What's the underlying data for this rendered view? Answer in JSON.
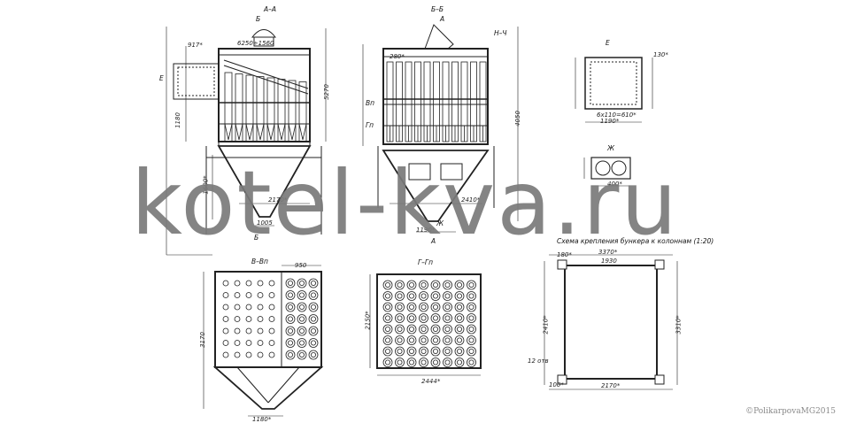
{
  "sections": {
    "aa": "А–А",
    "bb": "Б–Б",
    "vv": "В–Вп",
    "gg": "Г–Гп",
    "e": "Е",
    "zh": "Ж",
    "hh": "Н–Ч",
    "b_mark": "Б",
    "a_mark": "А",
    "zh_mark": "Ж",
    "v_mark": "Вп",
    "g_mark": "Гп",
    "e_mark": "Е"
  },
  "dims": {
    "d1": "6250÷1560",
    "d2": "917*",
    "d3": "1180",
    "d4": "1600*",
    "d5": "2170*",
    "d6": "1005",
    "d7": "280*",
    "d8": "2410*",
    "d9": "4050",
    "d10": "5270",
    "d11": "1180*",
    "d12": "1190*",
    "d13": "3170",
    "d14": "2444*",
    "d15": "2150*",
    "d16": "3370*",
    "d17": "1930",
    "d18": "2410*",
    "d19": "3310*",
    "d20": "2170*",
    "d21": "950",
    "d22": "180*",
    "d23": "100*",
    "d24": "400*",
    "d25": "6x110=610*",
    "d26": "1190*",
    "d27": "130*",
    "d28": "12 отв"
  },
  "scheme_title": "Схема крепления бункера к колоннам (1:20)",
  "watermark": "kotel-kva.ru",
  "copyright": "©PolikarpovaMG2015"
}
